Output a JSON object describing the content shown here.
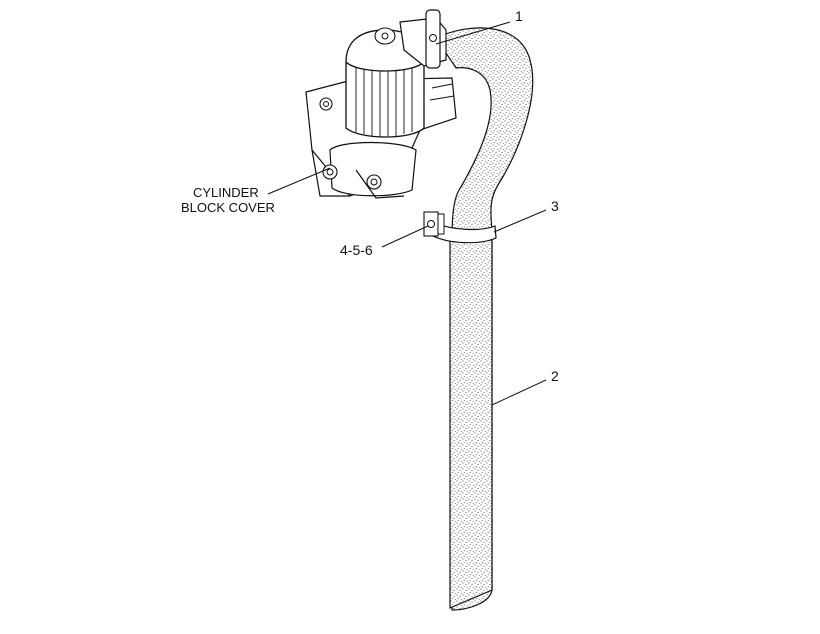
{
  "diagram": {
    "callouts": {
      "c1": "1",
      "c2": "2",
      "c3": "3",
      "c456": "4-5-6",
      "cylinder_line1": "CYLINDER",
      "cylinder_line2": "BLOCK COVER"
    },
    "colors": {
      "line": "#111111",
      "stipple": "#333333",
      "background": "#ffffff"
    }
  }
}
